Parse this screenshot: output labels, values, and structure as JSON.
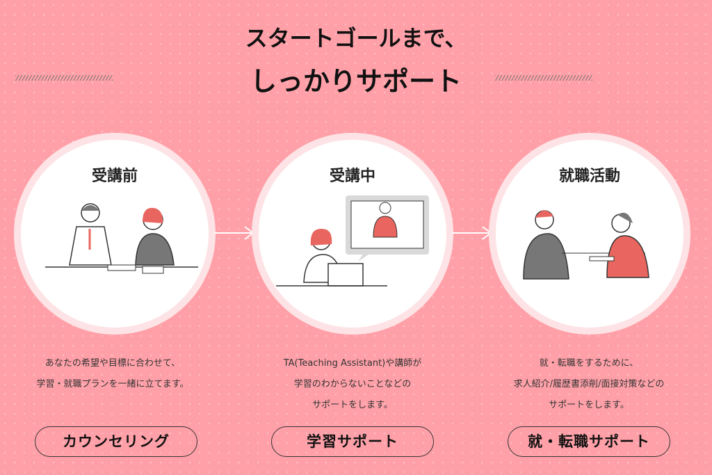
{
  "heading": {
    "line1": "スタートゴールまで、",
    "line2": "しっかりサポート"
  },
  "steps": [
    {
      "title": "受講前",
      "desc": [
        "あなたの希望や目標に合わせて、",
        "学習・就職プランを一緒に立てます。"
      ],
      "button": "カウンセリング"
    },
    {
      "title": "受講中",
      "desc": [
        "TA(Teaching Assistant)や講師が",
        "学習のわからないことなどの",
        "サポートをします。"
      ],
      "button": "学習サポート"
    },
    {
      "title": "就職活動",
      "desc": [
        "就・転職をするために、",
        "求人紹介/履歴書添削/面接対策などの",
        "サポートをします。"
      ],
      "button": "就・転職サポート"
    }
  ],
  "colors": {
    "background": "#ffa0a8",
    "accent": "#e8665f"
  }
}
